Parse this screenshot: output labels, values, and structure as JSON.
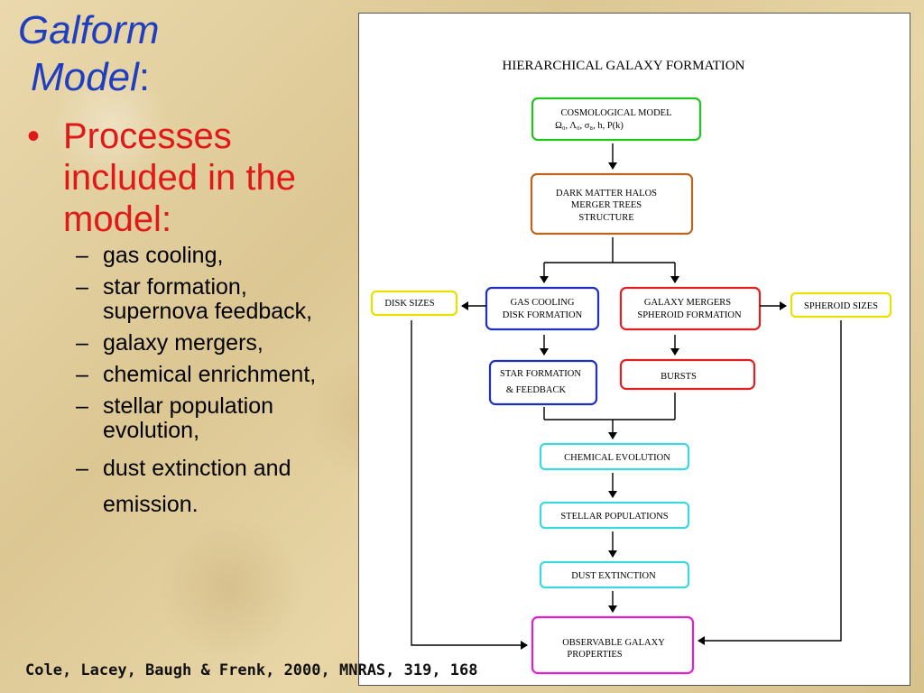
{
  "slide": {
    "title_line1": "Galform",
    "title_line2": "Model",
    "title_colon": ":",
    "bullet_symbol": "•",
    "bullet_text": "Processes included in the model:",
    "dash_symbol": "–",
    "subitems": [
      "gas cooling,",
      "star formation, supernova feedback,",
      "galaxy mergers,",
      "chemical enrichment,",
      "stellar population evolution,",
      "dust extinction and emission."
    ],
    "citation": "Cole, Lacey, Baugh & Frenk, 2000, MNRAS, 319, 168"
  },
  "diagram": {
    "title": "HIERARCHICAL GALAXY FORMATION",
    "boxes": {
      "cosmological": {
        "line1": "COSMOLOGICAL MODEL",
        "line2": "Ω₀, Λ₀, σ₈,  h, P(k)",
        "color": "#22c41e"
      },
      "dark_matter": {
        "line1": "DARK MATTER HALOS",
        "line2": "MERGER TREES",
        "line3": "STRUCTURE",
        "color": "#b8651e"
      },
      "disk_sizes": {
        "line1": "DISK  SIZES",
        "color": "#e8e000"
      },
      "gas_cooling": {
        "line1": "GAS COOLING",
        "line2": "DISK FORMATION",
        "color": "#1f2fc0"
      },
      "galaxy_mergers": {
        "line1": "GALAXY MERGERS",
        "line2": "SPHEROID FORMATION",
        "color": "#e02020"
      },
      "spheroid_sizes": {
        "line1": "SPHEROID SIZES",
        "color": "#e8e000"
      },
      "star_formation": {
        "line1": "STAR FORMATION",
        "line2": "& FEEDBACK",
        "color": "#1f2fc0"
      },
      "bursts": {
        "line1": "BURSTS",
        "color": "#e02020"
      },
      "chemical": {
        "line1": "CHEMICAL EVOLUTION",
        "color": "#3fd6e0"
      },
      "stellar": {
        "line1": "STELLAR POPULATIONS",
        "color": "#3fd6e0"
      },
      "dust": {
        "line1": "DUST EXTINCTION",
        "color": "#3fd6e0"
      },
      "observable": {
        "line1": "OBSERVABLE GALAXY",
        "line2": "PROPERTIES",
        "color": "#e020d0"
      }
    }
  },
  "colors": {
    "title": "#1f3fc0",
    "bullet": "#e01818",
    "background": "#e6d5a8"
  }
}
